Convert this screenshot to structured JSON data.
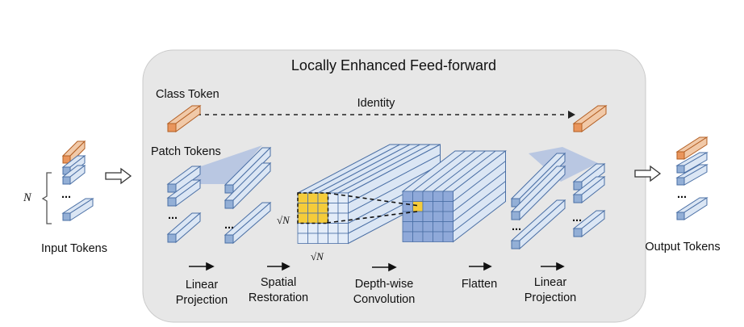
{
  "module": {
    "title": "Locally Enhanced Feed-forward",
    "class_token": "Class Token",
    "patch_tokens": "Patch Tokens",
    "identity": "Identity"
  },
  "input": {
    "label": "Input Tokens",
    "n_symbol": "N"
  },
  "output": {
    "label": "Output Tokens"
  },
  "sqrt_label": "√N",
  "stages": [
    {
      "line1": "Linear",
      "line2": "Projection"
    },
    {
      "line1": "Spatial",
      "line2": "Restoration"
    },
    {
      "line1": "Depth-wise",
      "line2": "Convolution"
    },
    {
      "line1": "Flatten",
      "line2": ""
    },
    {
      "line1": "Linear",
      "line2": "Projection"
    }
  ],
  "ellipsis": "...",
  "colors": {
    "panel": "#e7e7e7",
    "panel_border": "#c9c9c9",
    "token_blue": "#dbe6f4",
    "token_blue_front": "#93afd6",
    "token_orange": "#f1c9a8",
    "token_orange_front": "#e9955c",
    "stroke": "#4a6fa5",
    "highlight": "#f5cc3a"
  }
}
